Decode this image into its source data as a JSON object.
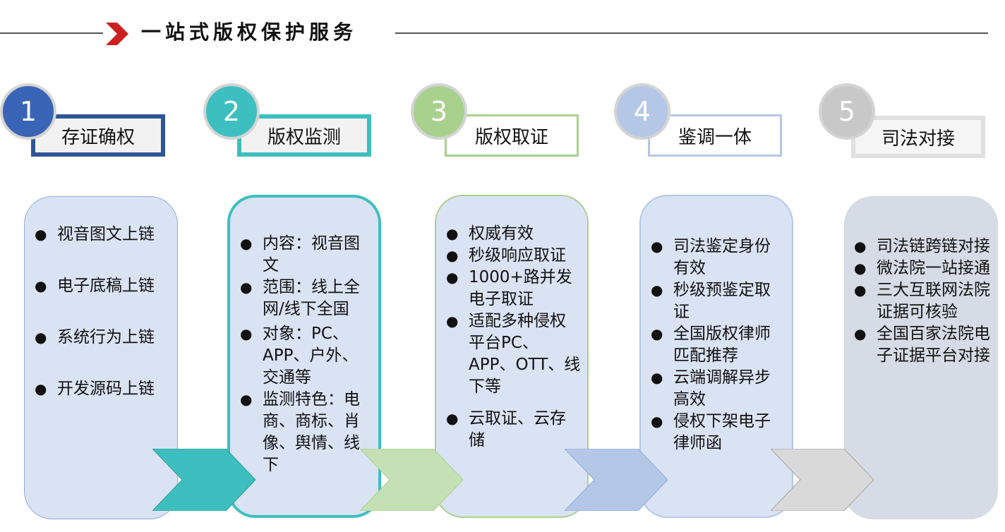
{
  "header": {
    "title": "一站式版权保护服务"
  },
  "steps": [
    {
      "number": "1",
      "title": "存证确权",
      "items": [
        "视音图文上链",
        "电子底稿上链",
        "系统行为上链",
        "开发源码上链"
      ]
    },
    {
      "number": "2",
      "title": "版权监测",
      "items": [
        "内容：视音图文",
        "范围：线上全网/线下全国",
        "对象：PC、APP、户外、交通等",
        "监测特色：电商、商标、肖像、舆情、线下"
      ]
    },
    {
      "number": "3",
      "title": "版权取证",
      "items": [
        "权威有效",
        "秒级响应取证",
        "1000+路并发电子取证",
        "适配多种侵权平台PC、APP、OTT、线下等",
        "云取证、云存储"
      ]
    },
    {
      "number": "4",
      "title": "鉴调一体",
      "items": [
        "司法鉴定身份有效",
        "秒级预鉴定取证",
        "全国版权律师匹配推荐",
        "云端调解异步高效",
        "侵权下架电子律师函"
      ]
    },
    {
      "number": "5",
      "title": "司法对接",
      "items": [
        "司法链跨链对接",
        "微法院一站接通",
        "三大互联网法院证据可核验",
        "全国百家法院电子证据平台对接"
      ]
    }
  ],
  "colors": {
    "accent_red": "#cc1f1f",
    "step_colors": [
      "#2f5597",
      "#3ebfbf",
      "#a9d18e",
      "#b4c7e7",
      "#d0d0d0"
    ],
    "panel_fill": [
      "#dae3f3",
      "#dae3f3",
      "#dae3f3",
      "#dae3f3",
      "#d6dce5"
    ],
    "arrow_fill": [
      "#3ebfbf",
      "#c5e0b4",
      "#b4c7e7",
      "#d9d9d9"
    ]
  }
}
